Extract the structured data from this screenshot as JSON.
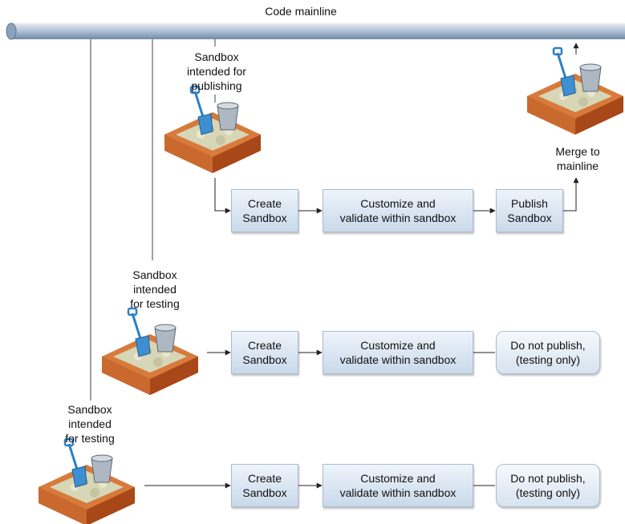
{
  "mainline": {
    "label": "Code mainline"
  },
  "rows": [
    {
      "sandbox_label": "Sandbox\nintended for\npublishing",
      "steps": [
        "Create\nSandbox",
        "Customize and\nvalidate within sandbox",
        "Publish\nSandbox"
      ]
    },
    {
      "sandbox_label": "Sandbox\nintended\nfor testing",
      "steps": [
        "Create\nSandbox",
        "Customize and\nvalidate within sandbox",
        "Do not publish,\n(testing only)"
      ]
    },
    {
      "sandbox_label": "Sandbox\nintended\nfor testing",
      "steps": [
        "Create\nSandbox",
        "Customize and\nvalidate within sandbox",
        "Do not publish,\n(testing only)"
      ]
    }
  ],
  "merge": {
    "label": "Merge to\nmainline"
  },
  "icons": [
    "sandbox-icon",
    "shovel-icon",
    "bucket-icon",
    "mainline-pipe-icon",
    "arrow-icon"
  ],
  "colors": {
    "pipe": "#9fb3c8",
    "box": "#c9d9ea",
    "sandbox_wood": "#c8692b",
    "sand": "#d9d7b8"
  }
}
